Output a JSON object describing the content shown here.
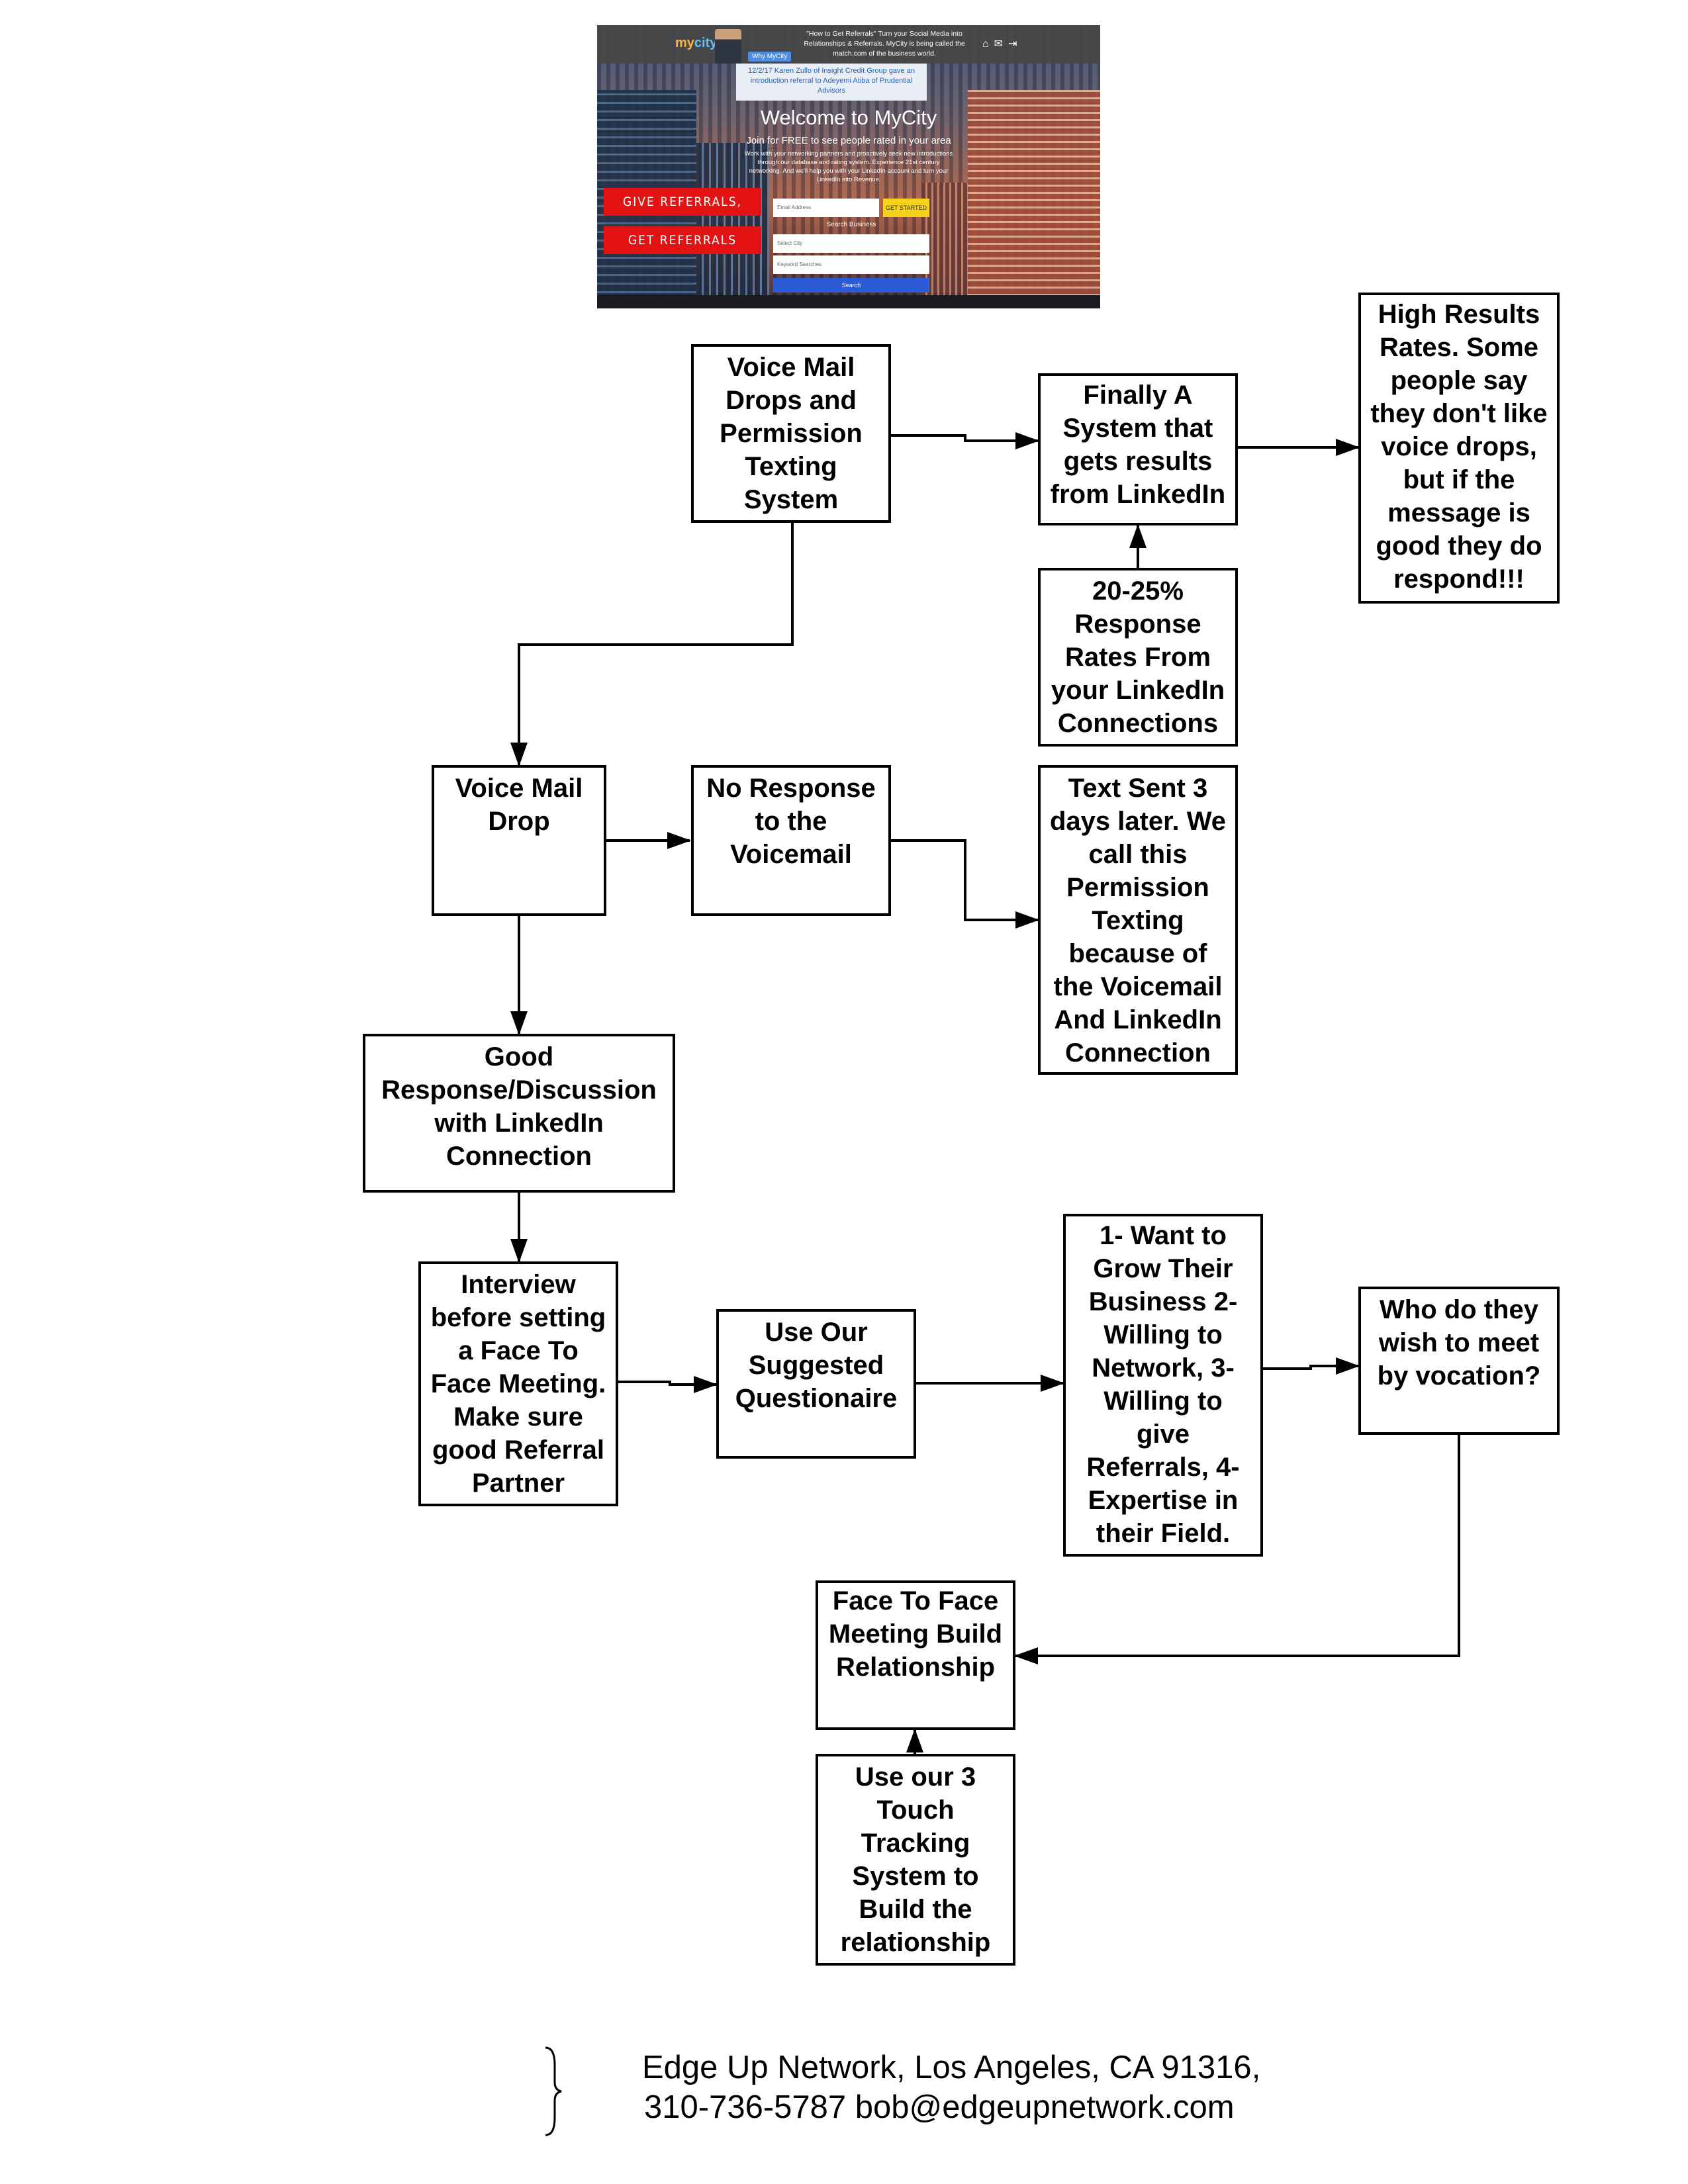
{
  "hero": {
    "logo": "my",
    "logo_accent": "city",
    "pill": "Why MyCity",
    "tagline": "\"How to Get Referrals\" Turn your Social Media into Relationships & Referrals. MyCity is being called the match.com of the business world.",
    "icons": [
      "home-icon",
      "mail-icon",
      "sign-in-icon"
    ],
    "notice": "12/2/17 Karen Zullo of Insight Credit Group gave an introduction referral to Adeyemi Atiba of Prudential Advisors",
    "welcome": "Welcome to MyCity",
    "join": "Join for FREE to see people rated in your area",
    "blurb": "Work with your networking partners and proactively seek new introductions through our database and rating system. Experience 21st century networking. And we'll help you with your LinkedIn account and turn your LinkedIn into Revenue.",
    "give_button": "GIVE REFERRALS,",
    "get_button": "GET REFERRALS",
    "email_placeholder": "Email Address",
    "get_started": "GET STARTED",
    "search_business": "Search Business",
    "select_city": "Select City",
    "keyword": "Keyword Searches",
    "search_button": "Search"
  },
  "boxes": {
    "vm_drops": [
      "Voice Mail",
      "Drops and",
      "Permission",
      "Texting",
      "System"
    ],
    "finally": [
      "Finally A",
      "System that",
      "gets results",
      "from LinkedIn"
    ],
    "high_results": [
      "High Results",
      "Rates. Some",
      "people say",
      "they don't like",
      "voice drops,",
      "but if the",
      "message is",
      "good they do",
      "respond!!!"
    ],
    "response_rates": [
      "20-25%",
      "Response",
      "Rates From",
      "your LinkedIn",
      "Connections"
    ],
    "vm_drop": [
      "Voice Mail",
      "Drop"
    ],
    "no_response": [
      "No Response",
      "to the",
      "Voicemail"
    ],
    "text_sent": [
      "Text Sent 3",
      "days later. We",
      "call this",
      "Permission",
      "Texting",
      "because of",
      "the Voicemail",
      "And LinkedIn",
      "Connection"
    ],
    "good_response": [
      "Good",
      "Response/Discussion",
      "with LinkedIn",
      "Connection"
    ],
    "interview": [
      "Interview",
      "before setting",
      "a Face To",
      "Face Meeting.",
      "Make sure",
      "good Referral",
      "Partner"
    ],
    "questionaire": [
      "Use Our",
      "Suggested",
      "Questionaire"
    ],
    "criteria": [
      "1- Want to",
      "Grow Their",
      "Business 2-",
      "Willing to",
      "Network, 3-",
      "Willing to",
      "give",
      "Referrals, 4-",
      "Expertise in",
      "their Field."
    ],
    "who_meet": [
      "Who do they",
      "wish to meet",
      "by vocation?"
    ],
    "face_to_face": [
      "Face To Face",
      "Meeting Build",
      "Relationship"
    ],
    "three_touch": [
      "Use our 3",
      "Touch",
      "Tracking",
      "System to",
      "Build the",
      "relationship"
    ]
  },
  "footer": {
    "line1": "Edge Up Network, Los Angeles, CA 91316,",
    "line2": "310-736-5787 bob@edgeupnetwork.com"
  }
}
